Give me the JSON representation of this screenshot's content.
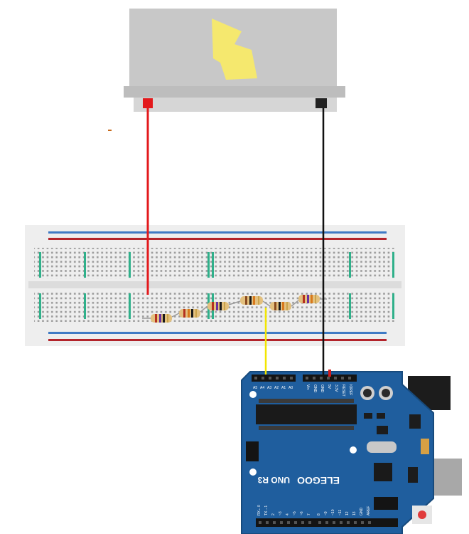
{
  "diagram": {
    "components": {
      "power_supply": {
        "icon": "lightning-bolt-icon"
      },
      "breadboard": {},
      "resistors": {
        "count": 6
      },
      "arduino": {
        "brand": "ELEGOO",
        "model": "UNO R3",
        "analog_pins": [
          "A5",
          "A4",
          "A3",
          "A2",
          "A1",
          "A0"
        ],
        "power_pins": [
          "Vin",
          "GND",
          "GND",
          "5V",
          "3.3V",
          "RESET",
          "IOREF"
        ],
        "digital_pins": [
          "RX←0",
          "TX→1",
          "2",
          "~3",
          "4",
          "~5",
          "~6",
          "7",
          "8",
          "~9",
          "~10",
          "~11",
          "12",
          "13",
          "GND",
          "AREF"
        ]
      }
    },
    "wires": [
      {
        "name": "power-positive",
        "color": "#e3191c"
      },
      {
        "name": "ground",
        "color": "#111111"
      },
      {
        "name": "signal-a4",
        "color": "#f2e600"
      }
    ],
    "colors": {
      "board_blue": "#1f5e9e",
      "breadboard_red_rail": "#b3242b",
      "breadboard_blue_rail": "#3f7ac4",
      "breadboard_green": "#2fb08a"
    }
  }
}
